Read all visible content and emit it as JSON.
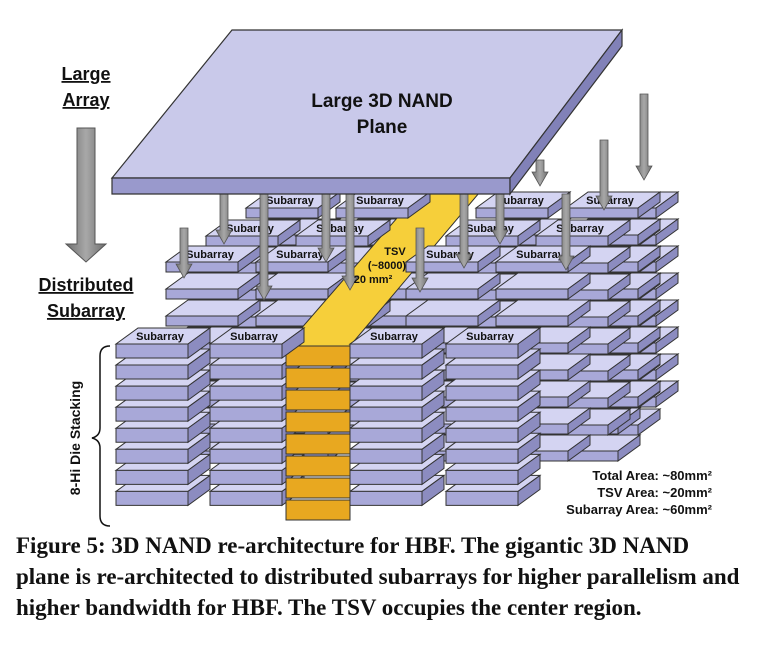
{
  "diagram": {
    "plane_title": [
      "Large 3D NAND",
      "Plane"
    ],
    "left_labels": {
      "large_array": [
        "Large",
        "Array"
      ],
      "distributed_subarray": [
        "Distributed",
        "Subarray"
      ]
    },
    "stacking_label": "8-Hi Die Stacking",
    "subarray_label": "Subarray",
    "tsv_label": [
      "TSV",
      "(~8000)",
      "20 mm²"
    ],
    "area_stats": [
      "Total Area: ~80mm²",
      "TSV Area: ~20mm²",
      "Subarray Area: ~60mm²"
    ],
    "die_layers": 8,
    "colors": {
      "subarray_top": "#d4d4f2",
      "subarray_front": "#a8a8d8",
      "subarray_side": "#8c8cc0",
      "tsv_top": "#f6cf3a",
      "tsv_front": "#e8a820",
      "arrow": "#8a8a8a",
      "plane": "#c9c9ea"
    }
  },
  "caption": "Figure 5: 3D NAND re-architecture for HBF. The gigantic 3D NAND plane is re-architected to distributed subarrays for higher parallelism and higher bandwidth for HBF. The TSV occupies the center region."
}
